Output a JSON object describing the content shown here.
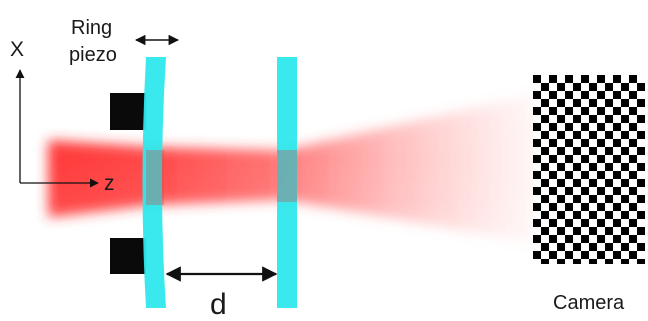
{
  "labels": {
    "ring": "Ring",
    "piezo": "piezo",
    "axis_x": "X",
    "axis_z": "z",
    "distance": "d",
    "camera": "Camera"
  },
  "colors": {
    "beam": "#ff2a2a",
    "mirror": "#2ee8ec",
    "mount": "#0a0a0a",
    "arrow": "#111111",
    "checker_dark": "#000000",
    "checker_light": "#ffffff"
  },
  "icons": {
    "piezo_motion": "double-arrow-icon",
    "camera_pattern": "checkerboard-icon"
  }
}
